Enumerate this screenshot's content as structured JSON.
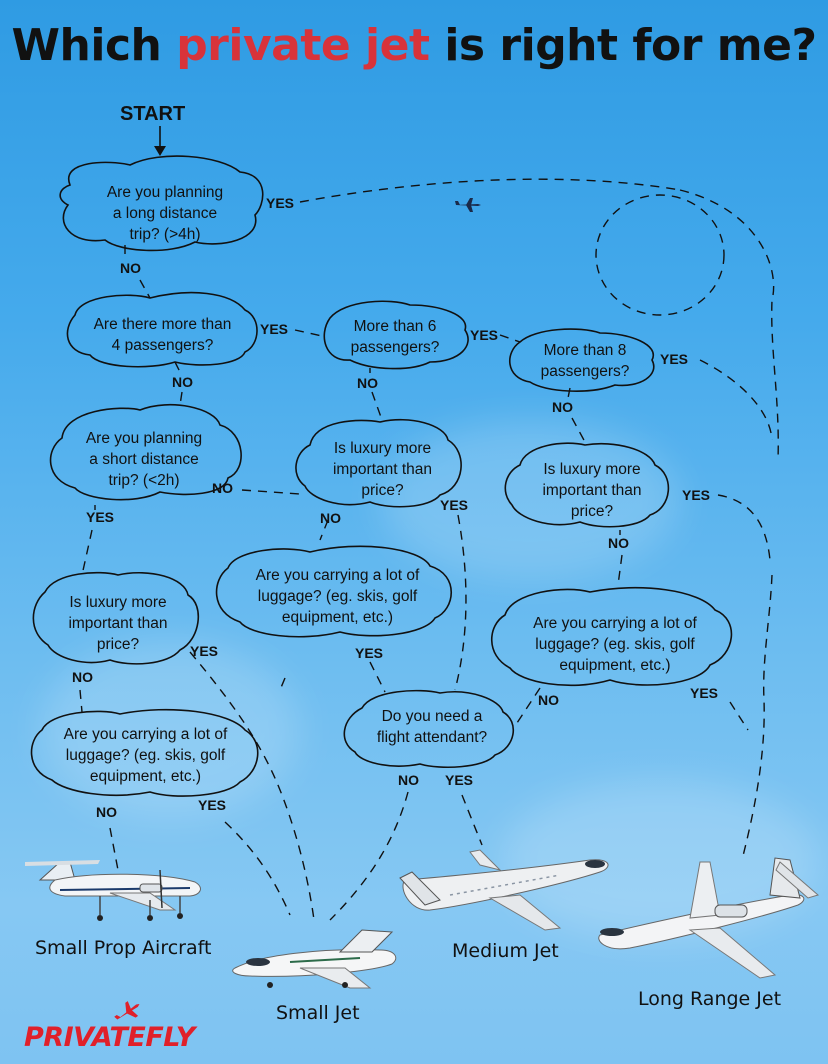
{
  "title": {
    "prefix": "Which ",
    "accent": "private jet",
    "suffix": " is right for me?"
  },
  "start_label": "START",
  "questions": {
    "q_long_distance": [
      "Are you planning",
      "a long distance",
      "trip? (>4h)"
    ],
    "q_more_than_4": [
      "Are there more than",
      "4 passengers?"
    ],
    "q_more_than_6": [
      "More than 6",
      "passengers?"
    ],
    "q_more_than_8": [
      "More than 8",
      "passengers?"
    ],
    "q_short_distance": [
      "Are you planning",
      "a short distance",
      "trip? (<2h)"
    ],
    "q_luxury_mid": [
      "Is luxury more",
      "important than",
      "price?"
    ],
    "q_luxury_right": [
      "Is luxury more",
      "important than",
      "price?"
    ],
    "q_luxury_left": [
      "Is luxury more",
      "important than",
      "price?"
    ],
    "q_luggage_mid": [
      "Are you carrying a lot of",
      "luggage? (eg. skis, golf",
      "equipment, etc.)"
    ],
    "q_luggage_right": [
      "Are you carrying a lot of",
      "luggage? (eg. skis, golf",
      "equipment, etc.)"
    ],
    "q_luggage_left": [
      "Are you carrying a lot of",
      "luggage? (eg. skis, golf",
      "equipment, etc.)"
    ],
    "q_flight_attendant": [
      "Do you need a",
      "flight attendant?"
    ]
  },
  "answers": {
    "yes": "YES",
    "no": "NO"
  },
  "outcomes": {
    "small_prop": "Small Prop Aircraft",
    "small_jet": "Small Jet",
    "medium_jet": "Medium Jet",
    "long_range": "Long Range Jet"
  },
  "brand": "PRIVATEFLY",
  "colors": {
    "accent": "#d8333a",
    "brand_red": "#e0202a",
    "sky": "#45aaec"
  }
}
